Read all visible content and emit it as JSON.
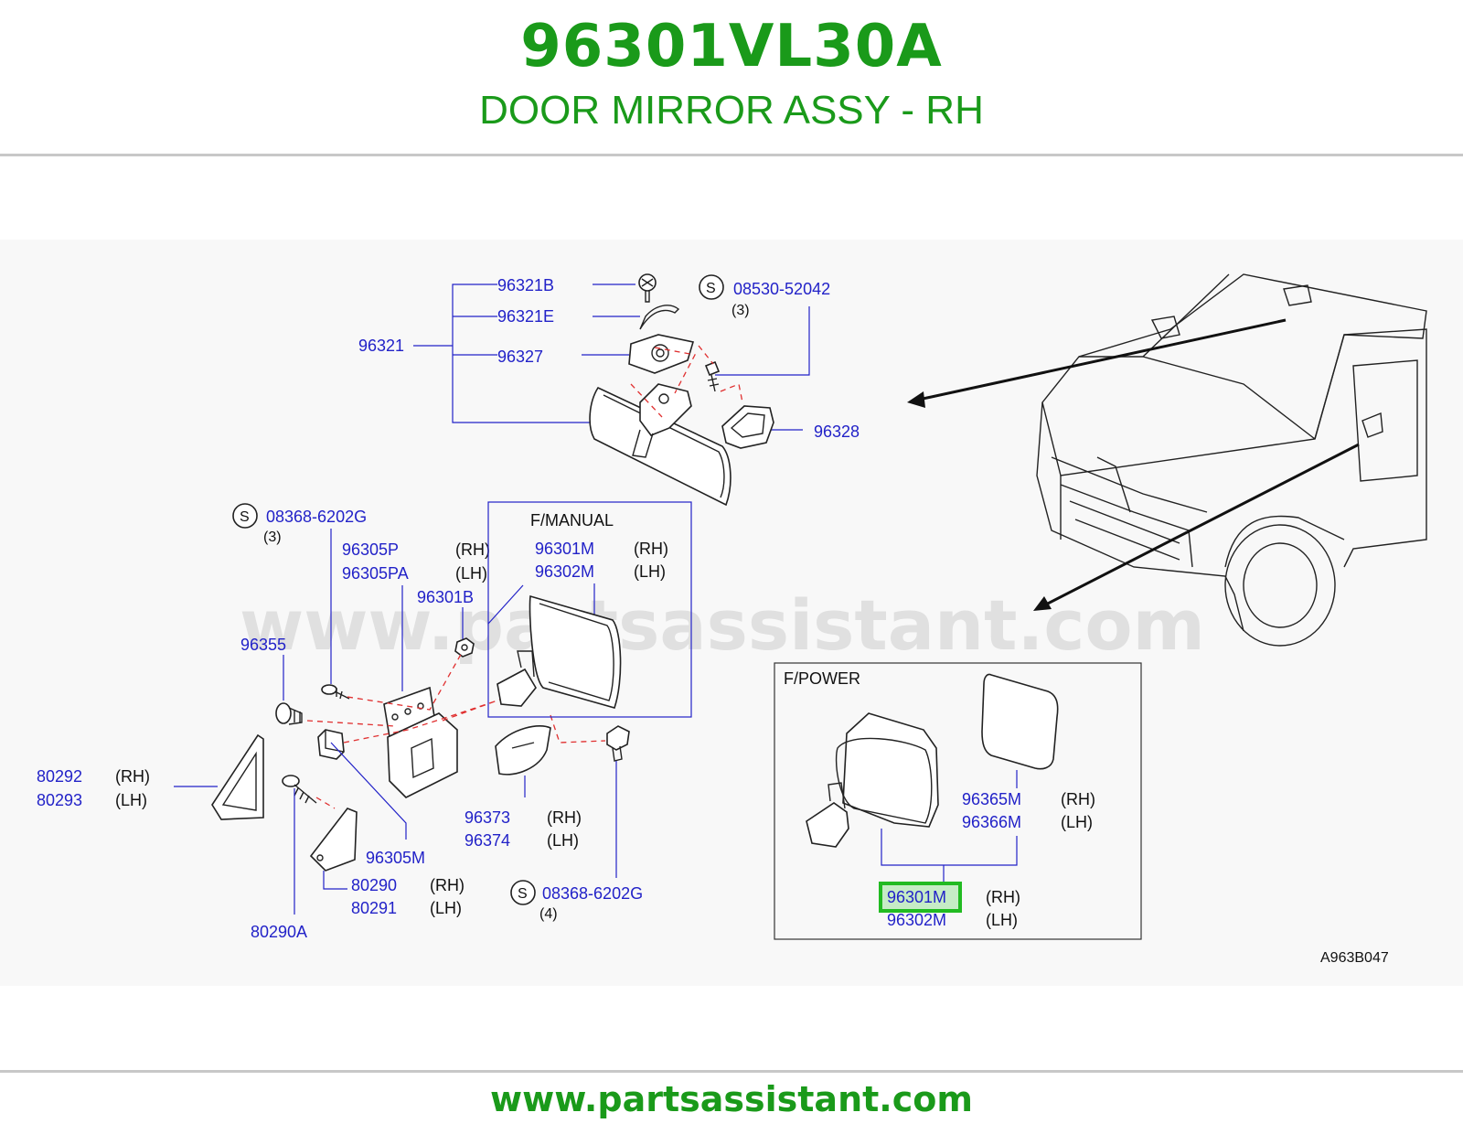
{
  "header": {
    "part_number": "96301VL30A",
    "part_name": "DOOR MIRROR ASSY - RH"
  },
  "footer": {
    "website": "www.partsassistant.com"
  },
  "watermark": "www.partsassistant.com",
  "diagram_code": "A963B047",
  "accent_color": "#1a9a1a",
  "callout_color": "#2222c8",
  "highlight_color": "#22bb22",
  "labels": {
    "p96321B": "96321B",
    "p96321E": "96321E",
    "p96321": "96321",
    "p96327": "96327",
    "s_08530": "08530-52042",
    "q_08530": "(3)",
    "p96328": "96328",
    "s_08368a": "08368-6202G",
    "q_08368a": "(3)",
    "p96305P": "96305P",
    "p96305PA": "96305PA",
    "p96301B": "96301B",
    "p96355": "96355",
    "p80292": "80292",
    "p80293": "80293",
    "p96305M": "96305M",
    "p96373": "96373",
    "p96374": "96374",
    "p80290": "80290",
    "p80291": "80291",
    "p80290A": "80290A",
    "s_08368b": "08368-6202G",
    "q_08368b": "(4)",
    "manual_title": "F/MANUAL",
    "m96301M": "96301M",
    "m96302M": "96302M",
    "power_title": "F/POWER",
    "p96365M": "96365M",
    "p96366M": "96366M",
    "pw96301M": "96301M",
    "pw96302M": "96302M",
    "rh": "(RH)",
    "lh": "(LH)",
    "s_symbol": "S"
  }
}
